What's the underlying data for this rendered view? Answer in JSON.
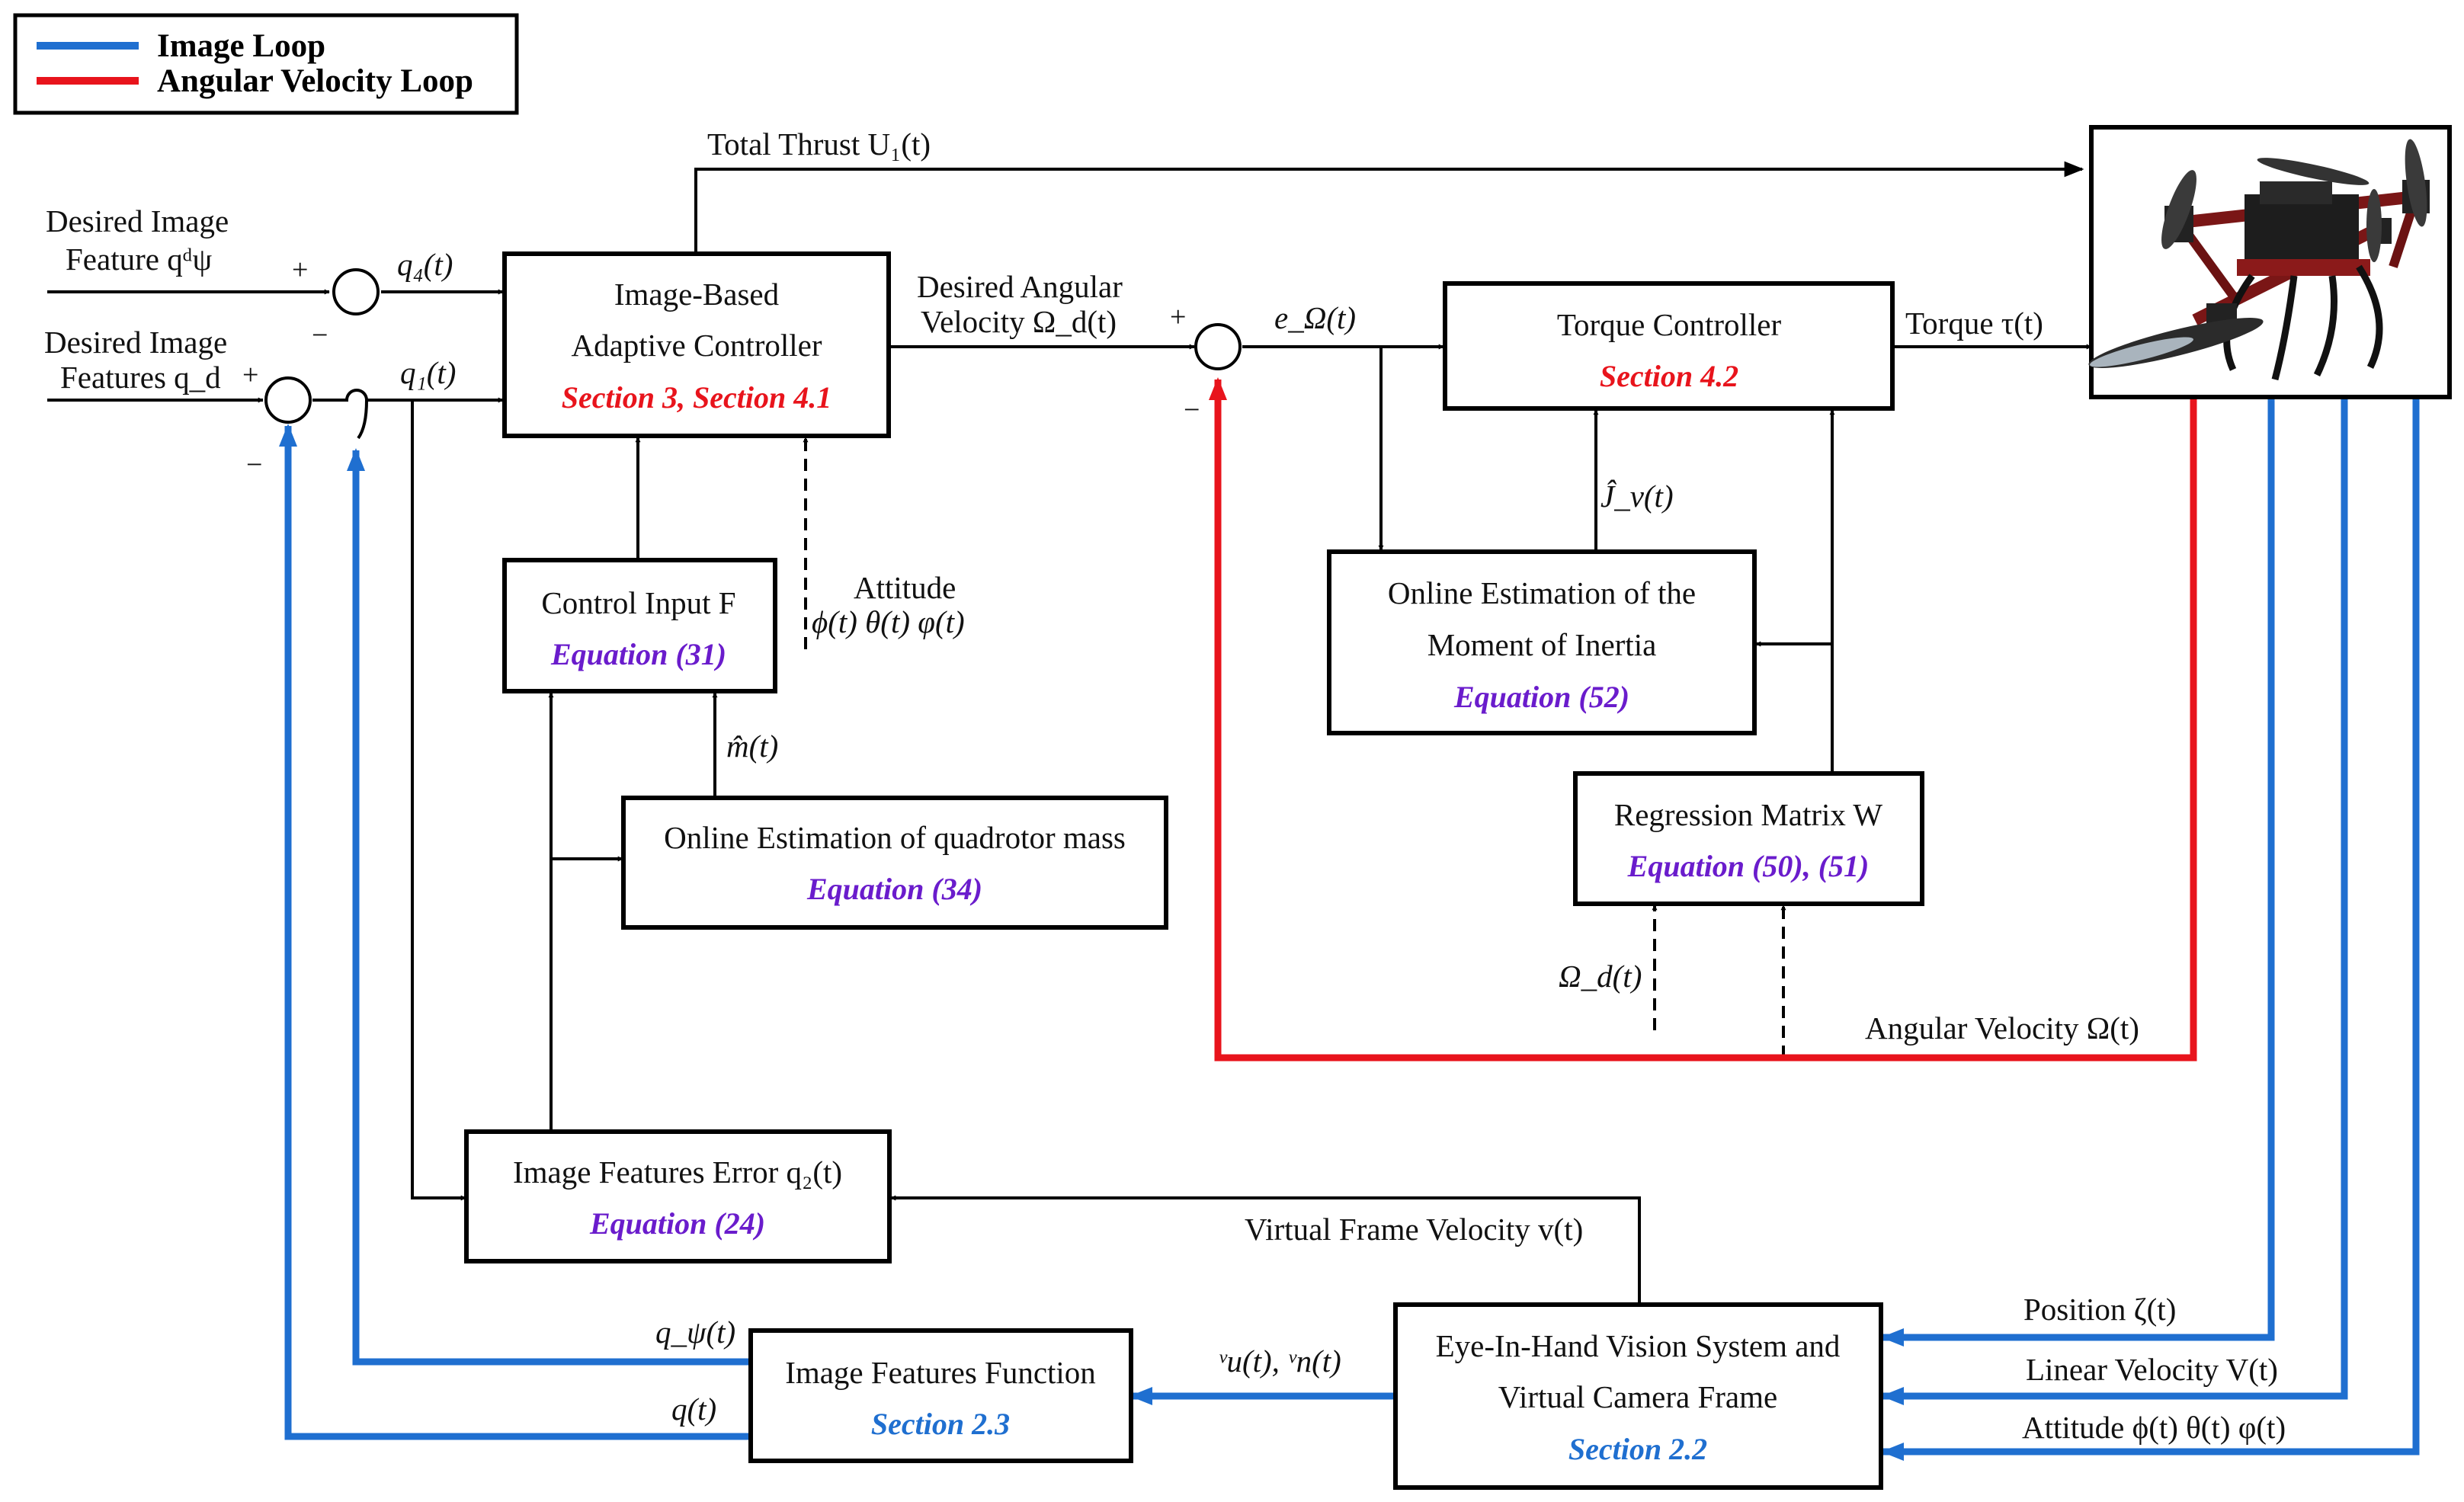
{
  "legend": {
    "items": [
      {
        "label": "Image Loop",
        "color": "#1f6fd0"
      },
      {
        "label": "Angular Velocity Loop",
        "color": "#e8141c"
      }
    ]
  },
  "signals": {
    "total_thrust": "Total Thrust  U₁(t)",
    "desired_feature_psi_l1": "Desired Image",
    "desired_feature_psi_l2": "Feature  qᵈψ",
    "desired_features_l1": "Desired Image",
    "desired_features_l2": "Features  q_d",
    "q4": "q₄(t)",
    "q1": "q₁(t)",
    "desired_angular_l1": "Desired Angular",
    "desired_angular_l2": "Velocity  Ω_d(t)",
    "e_omega": "e_Ω(t)",
    "torque": "Torque  τ(t)",
    "attitude_in_l1": "Attitude",
    "attitude_in_l2": "ϕ(t) θ(t) φ(t)",
    "j_hat": "Ĵ_v(t)",
    "m_hat": "m̂(t)",
    "omega_d": "Ω_d(t)",
    "angular_velocity": "Angular Velocity  Ω(t)",
    "virtual_frame_velocity": "Virtual Frame Velocity  v(t)",
    "q_psi": "q_ψ(t)",
    "q": "q(t)",
    "uv_nv": "ᵛu(t), ᵛn(t)",
    "position": "Position  ζ(t)",
    "linear_velocity": "Linear Velocity  V(t)",
    "attitude_out": "Attitude  ϕ(t) θ(t) φ(t)",
    "plus": "+",
    "minus": "−"
  },
  "blocks": {
    "ibac": {
      "line1": "Image-Based",
      "line2": "Adaptive Controller",
      "ref": "Section 3, Section 4.1"
    },
    "torque_controller": {
      "line1": "Torque Controller",
      "ref": "Section 4.2"
    },
    "control_input": {
      "line1": "Control Input  F",
      "ref": "Equation (31)"
    },
    "inertia_est": {
      "line1": "Online Estimation of the",
      "line2": "Moment of Inertia",
      "ref": "Equation (52)"
    },
    "mass_est": {
      "line1": "Online Estimation of quadrotor mass",
      "ref": "Equation (34)"
    },
    "regression": {
      "line1": "Regression Matrix  W",
      "ref": "Equation (50), (51)"
    },
    "features_error": {
      "line1": "Image Features Error  q₂(t)",
      "ref": "Equation (24)"
    },
    "features_function": {
      "line1": "Image Features Function",
      "ref": "Section 2.3"
    },
    "vision_system": {
      "line1": "Eye-In-Hand Vision System and",
      "line2": "Virtual Camera Frame",
      "ref": "Section 2.2"
    }
  },
  "colors": {
    "image_loop": "#1f6fd0",
    "angular_loop": "#e8141c",
    "section_red": "#e8141c",
    "equation_purple": "#6a1ccc",
    "section_blue": "#1f6fd0"
  },
  "icons": {
    "plant": "quadrotor-drone-photo"
  }
}
